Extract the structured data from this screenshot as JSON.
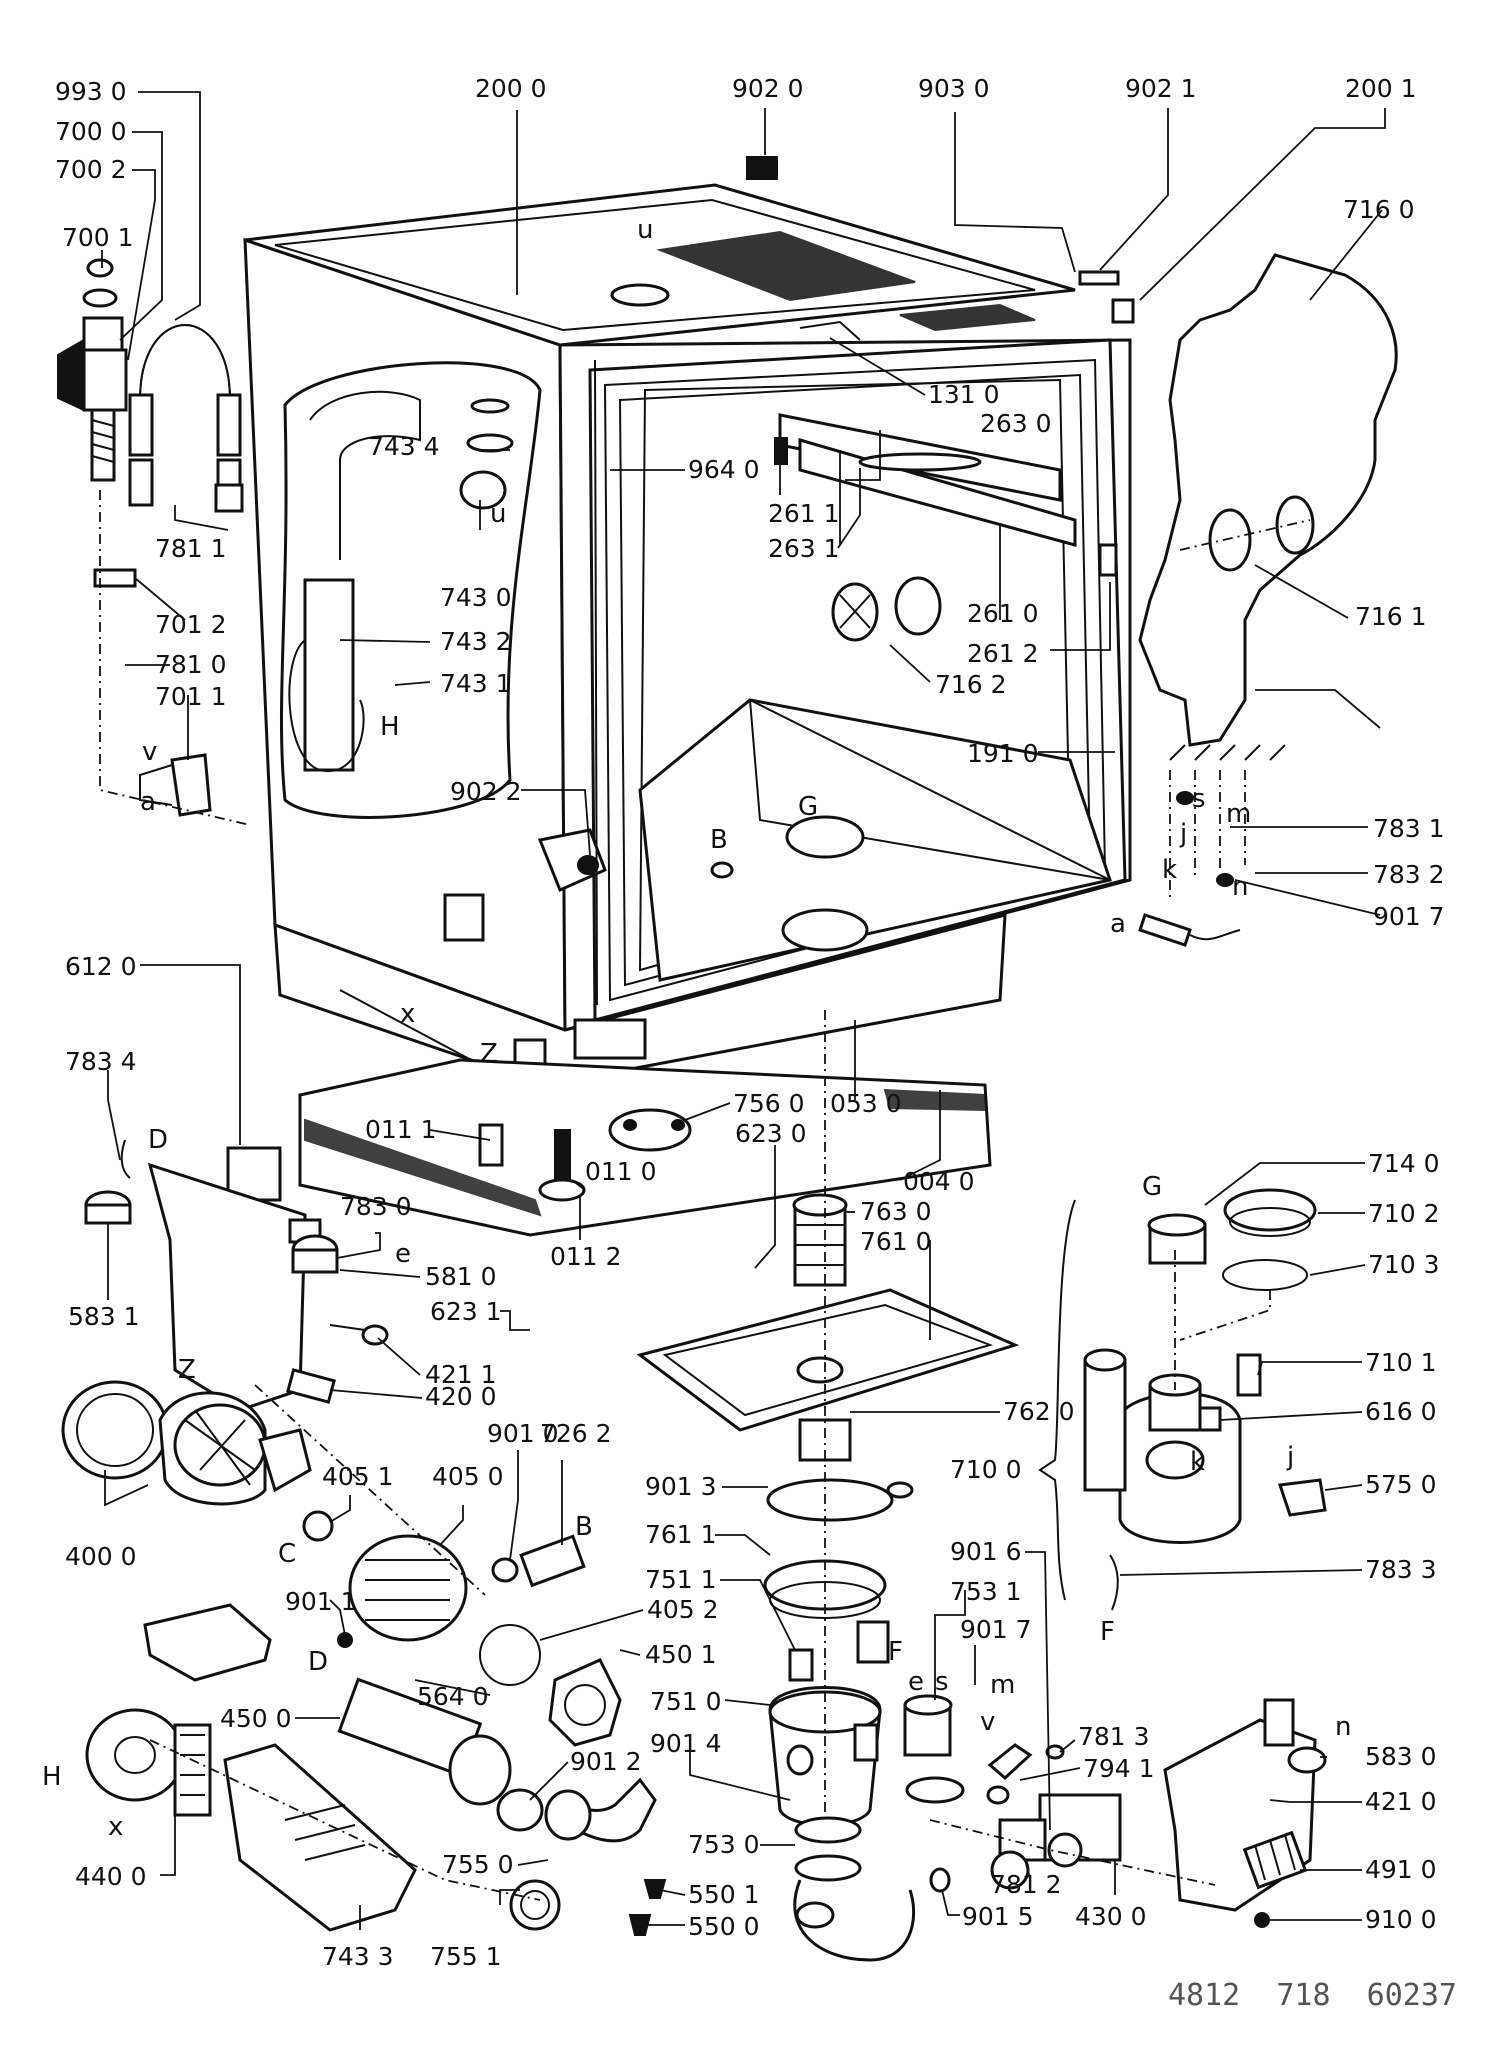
{
  "diagram": {
    "part_labels": [
      "993 0",
      "700 0",
      "700 2",
      "700 1",
      "781 1",
      "701 2",
      "781 0",
      "701 1",
      "200 0",
      "902 0",
      "903 0",
      "902 1",
      "200 1",
      "716 0",
      "131 0",
      "263 0",
      "964 0",
      "743 4",
      "743 0",
      "743 2",
      "743 1",
      "261 1",
      "263 1",
      "261 0",
      "261 2",
      "716 1",
      "716 2",
      "191 0",
      "902 2",
      "783 1",
      "783 2",
      "901 7",
      "612 0",
      "783 4",
      "583 1",
      "011 1",
      "011 0",
      "011 2",
      "756 0",
      "053 0",
      "623 0",
      "004 0",
      "783 0",
      "581 0",
      "623 1",
      "763 0",
      "761 0",
      "421 1",
      "420 0",
      "762 0",
      "400 0",
      "405 1",
      "405 0",
      "901 0",
      "726 2",
      "901 3",
      "761 1",
      "751 1",
      "405 2",
      "450 1",
      "901 1",
      "564 0",
      "751 0",
      "901 4",
      "450 0",
      "901 2",
      "440 0",
      "743 3",
      "755 0",
      "755 1",
      "550 1",
      "550 0",
      "753 0",
      "714 0",
      "710 2",
      "710 3",
      "710 1",
      "616 0",
      "710 0",
      "575 0",
      "783 3",
      "901 6",
      "753 1",
      "901 7",
      "781 3",
      "794 1",
      "781 2",
      "901 5",
      "430 0",
      "583 0",
      "421 0",
      "491 0",
      "910 0"
    ],
    "connector_letters": [
      "u",
      "u",
      "H",
      "v",
      "a",
      "B",
      "G",
      "x",
      "Z",
      "D",
      "Z",
      "e",
      "C",
      "B",
      "D",
      "F",
      "H",
      "x",
      "G",
      "k",
      "j",
      "s",
      "m",
      "n",
      "a",
      "k",
      "j",
      "F",
      "e",
      "s",
      "m",
      "v",
      "n"
    ],
    "document_number": "4812  718  60237"
  }
}
